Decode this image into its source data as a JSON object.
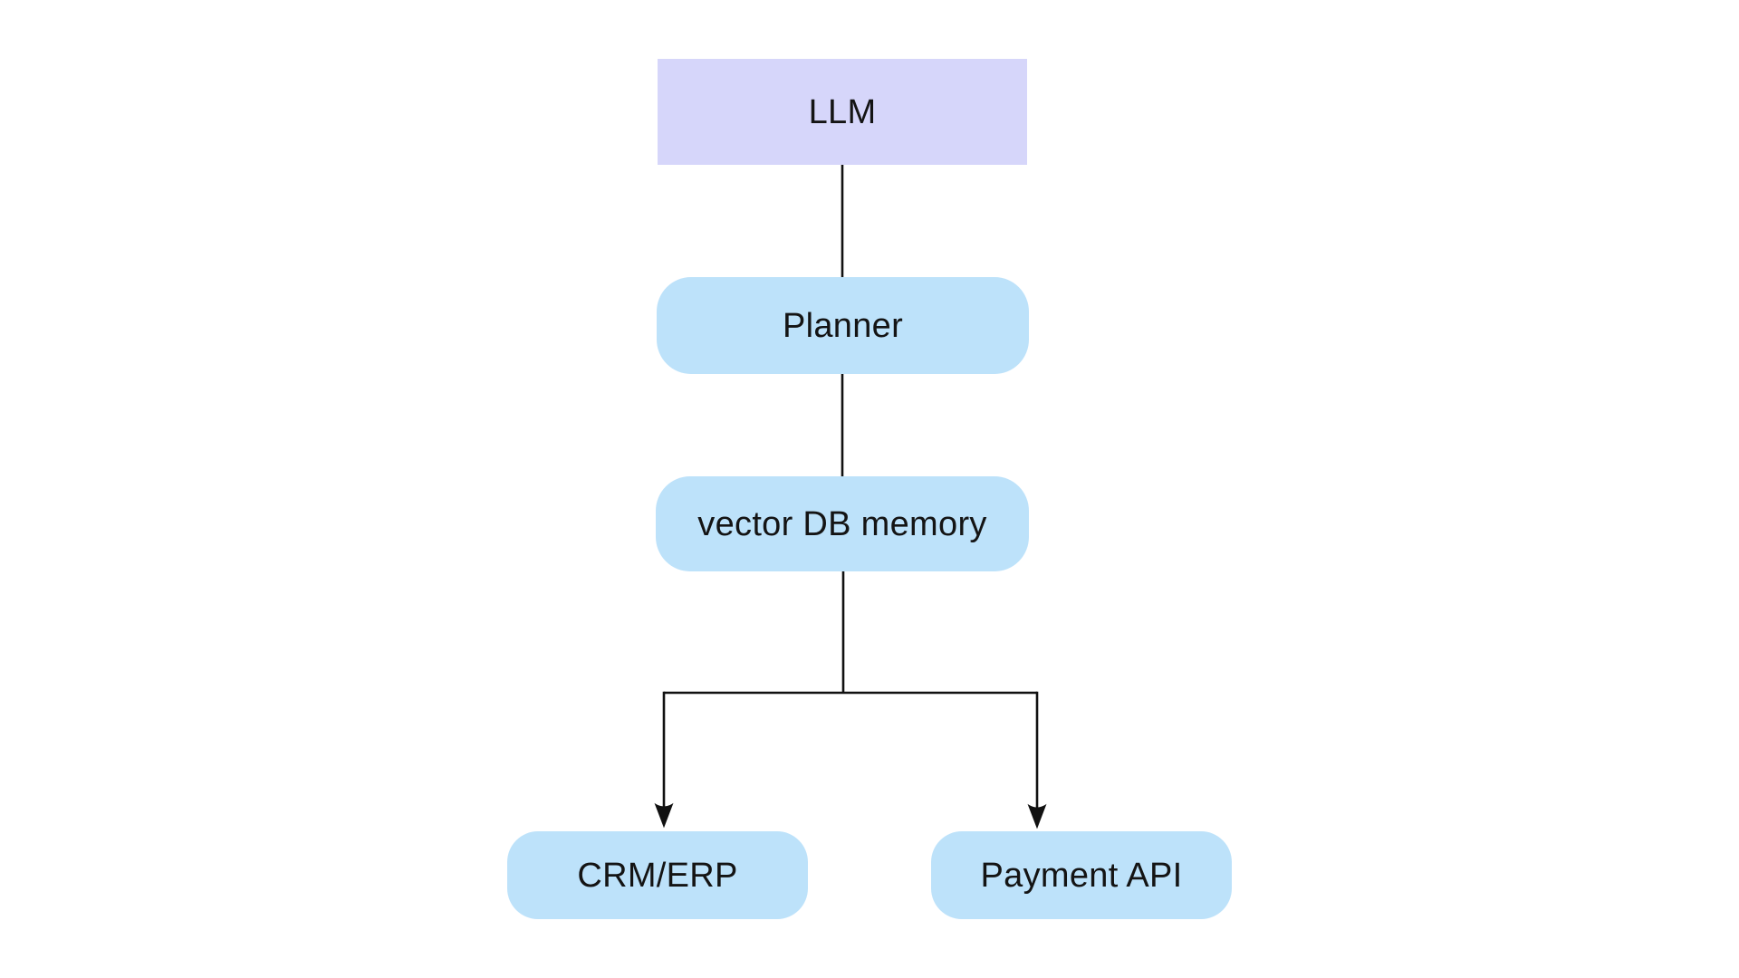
{
  "diagram": {
    "nodes": [
      {
        "id": "llm",
        "label": "LLM",
        "shape": "rectangle",
        "fill": "#D6D6FA"
      },
      {
        "id": "planner",
        "label": "Planner",
        "shape": "rounded-pill",
        "fill": "#BDE2FA"
      },
      {
        "id": "vector-db-memory",
        "label": "vector DB memory",
        "shape": "rounded-pill",
        "fill": "#BDE2FA"
      },
      {
        "id": "crm-erp",
        "label": "CRM/ERP",
        "shape": "rounded-pill",
        "fill": "#BDE2FA"
      },
      {
        "id": "payment-api",
        "label": "Payment API",
        "shape": "rounded-pill",
        "fill": "#BDE2FA"
      }
    ],
    "edges": [
      {
        "from": "llm",
        "to": "planner",
        "arrowhead": false
      },
      {
        "from": "planner",
        "to": "vector-db-memory",
        "arrowhead": false
      },
      {
        "from": "vector-db-memory",
        "to": "crm-erp",
        "arrowhead": true
      },
      {
        "from": "vector-db-memory",
        "to": "payment-api",
        "arrowhead": true
      }
    ],
    "colors": {
      "node_purple": "#D6D6FA",
      "node_blue": "#BDE2FA",
      "line": "#111111",
      "text": "#141414",
      "background": "#FFFFFF"
    }
  }
}
